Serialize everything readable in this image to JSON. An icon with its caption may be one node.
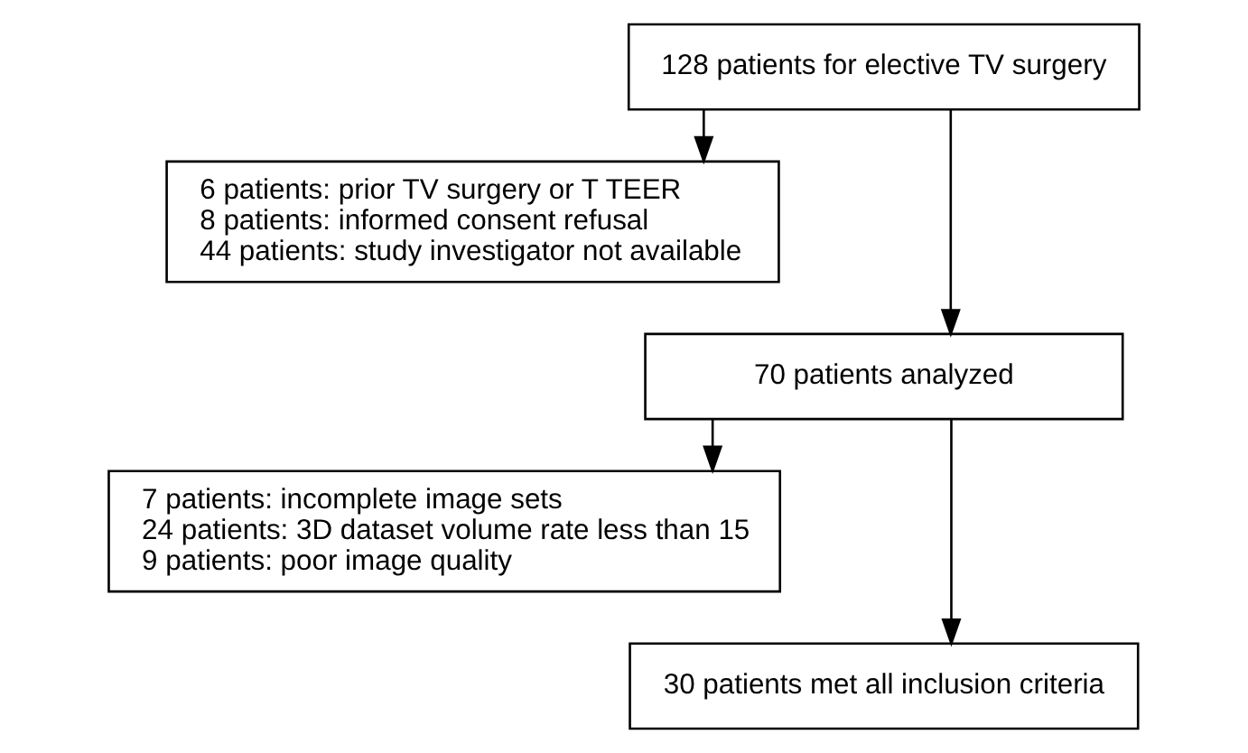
{
  "diagram": {
    "nodes": [
      {
        "text": [
          "128 patients for elective TV surgery"
        ]
      },
      {
        "text": [
          "6 patients: prior TV surgery or T TEER",
          "8 patients: informed consent refusal",
          "44 patients: study investigator not available"
        ]
      },
      {
        "text": [
          "70 patients analyzed"
        ]
      },
      {
        "text": [
          "7 patients: incomplete image sets",
          "24 patients: 3D dataset volume rate less than 15",
          "9 patients: poor image quality"
        ]
      },
      {
        "text": [
          "30 patients met all inclusion criteria"
        ]
      }
    ],
    "edges": [
      {
        "from": 0,
        "to": 1,
        "arrow": "to"
      },
      {
        "from": 0,
        "to": 2,
        "arrow": "to"
      },
      {
        "from": 2,
        "to": 3,
        "arrow": "to"
      },
      {
        "from": 2,
        "to": 4,
        "arrow": "to"
      }
    ]
  }
}
